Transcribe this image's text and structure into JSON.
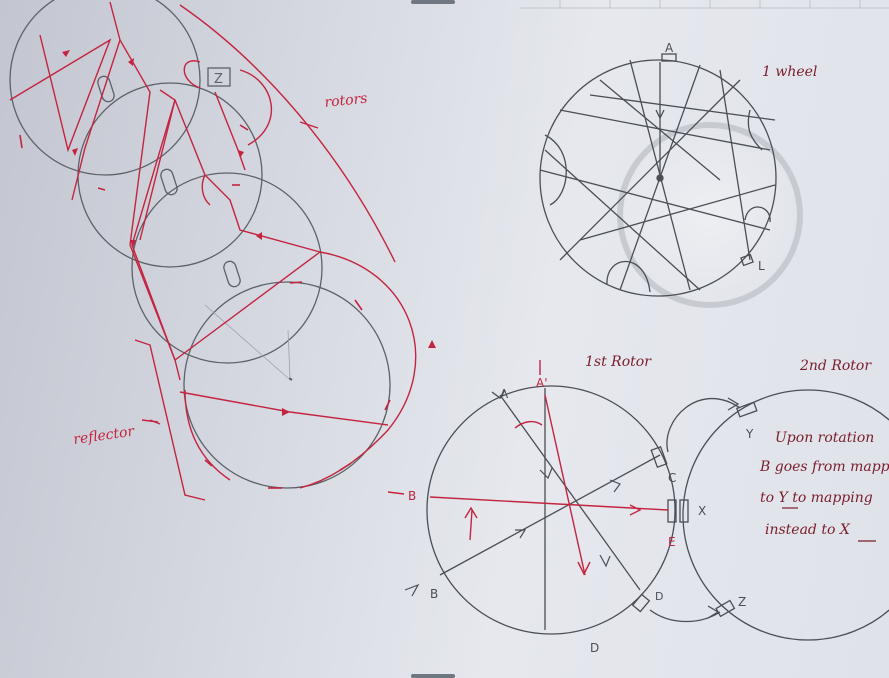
{
  "labels": {
    "rotors": "rotors",
    "reflector": "reflector",
    "wheel": "1 wheel",
    "first_rotor": "1st Rotor",
    "second_rotor": "2nd Rotor",
    "z_box": "Z",
    "wheel_top_letter": "A",
    "wheel_bottom_letter": "L",
    "rotor_letter_a": "A",
    "rotor_letter_a_prime": "A'",
    "rotor_letter_b_left": "B",
    "rotor_letter_b_lower": "B",
    "rotor_letter_c": "C",
    "rotor_letter_d": "D",
    "rotor_letter_d_bottom": "D",
    "rotor_letter_e": "E",
    "rotor_letter_x": "X",
    "rotor_letter_y": "Y",
    "rotor_letter_z": "Z"
  },
  "note": {
    "line1": "Upon rotation",
    "line2": "B goes from mapping",
    "line3": "to Y to mapping",
    "line4": "instead to X"
  },
  "colors": {
    "pencil": "#5d6168",
    "red_ink": "#c4243f"
  }
}
